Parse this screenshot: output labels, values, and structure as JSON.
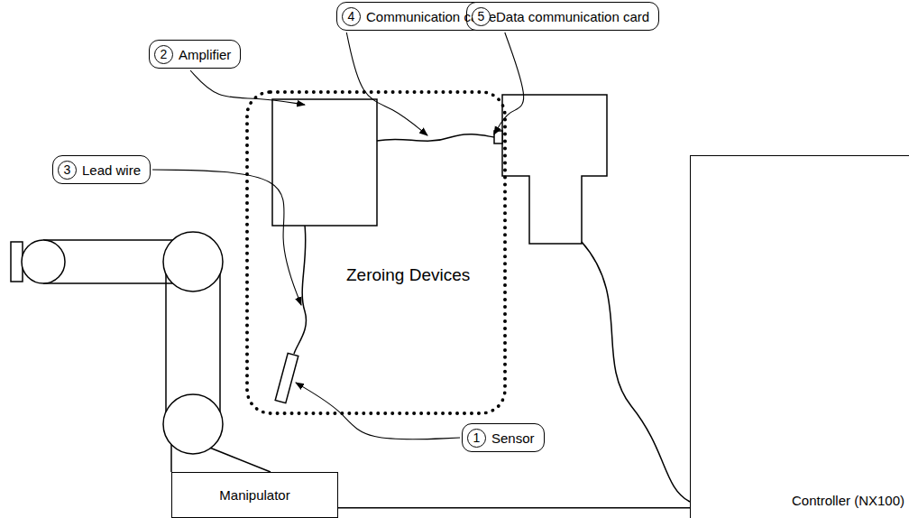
{
  "diagram": {
    "nodes": [
      {
        "text": [
          "4",
          "Communication cable"
        ]
      },
      {
        "text": [
          "5",
          "Data communication card"
        ]
      },
      {
        "text": [
          "2",
          "Amplifier"
        ]
      },
      {
        "text": [
          "3",
          "Lead wire"
        ]
      },
      {
        "text": [
          "Zeroing Devices"
        ]
      },
      {
        "text": [
          "1",
          "Sensor"
        ]
      },
      {
        "text": [
          "Manipulator"
        ]
      },
      {
        "text": [
          "Controller (NX100)"
        ]
      }
    ],
    "edges": [
      {
        "from": 6,
        "to": 7,
        "arrow": "none"
      }
    ]
  }
}
